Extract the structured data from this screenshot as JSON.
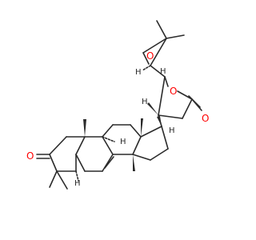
{
  "structure": {
    "colors": {
      "bond": "#2b2b2b",
      "oxygen": "#ff0000",
      "background": "#ffffff"
    },
    "atom_labels": {
      "epoxide_oxygen": "O",
      "lactone_ring_oxygen": "O",
      "lactone_carbonyl_oxygen": "O",
      "ketone_oxygen": "O"
    },
    "stereo_h_labels": {
      "epoxide_h": "H",
      "lactone_c5_h": "H",
      "lactone_c3_h": "H",
      "c17_h": "H",
      "c9_h": "H",
      "c5_h": "H"
    }
  }
}
